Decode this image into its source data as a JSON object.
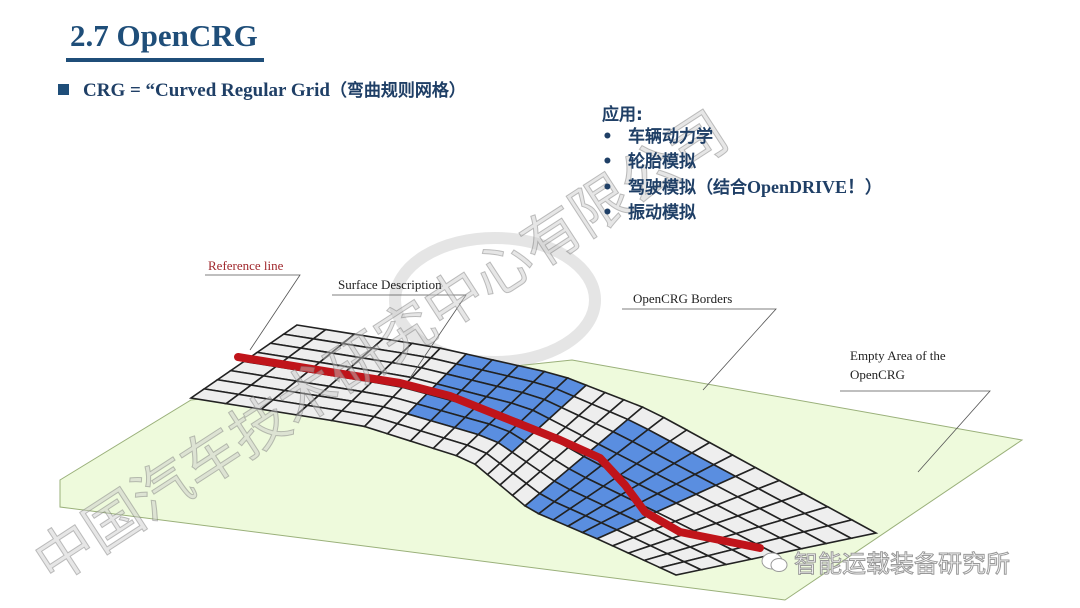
{
  "slide": {
    "title": "2.7 OpenCRG",
    "bullet": {
      "latin": "CRG = “Curved Regular Grid",
      "cn": "（弯曲规则网格）"
    },
    "applications": {
      "heading": "应用:",
      "items": [
        {
          "text": "车辆动力学"
        },
        {
          "text": "轮胎模拟"
        },
        {
          "text": "驾驶模拟（结合",
          "latin": "OpenDRIVE！",
          "tail": "）"
        },
        {
          "text": "振动模拟"
        }
      ]
    }
  },
  "diagram": {
    "labels": {
      "reference_line": "Reference line",
      "surface_description": "Surface Description",
      "borders": "OpenCRG Borders",
      "empty_area_1": "Empty Area of the",
      "empty_area_2": "OpenCRG"
    },
    "colors": {
      "plane": "#eefadc",
      "cell": "#eeeeee",
      "cell_highlight": "#5a8ee0",
      "reference_line": "#c0141a",
      "reference_label": "#a0282d"
    }
  },
  "watermark": {
    "text": "中国汽车技术研究中心有限公司",
    "source": "智能运载装备研究所"
  }
}
